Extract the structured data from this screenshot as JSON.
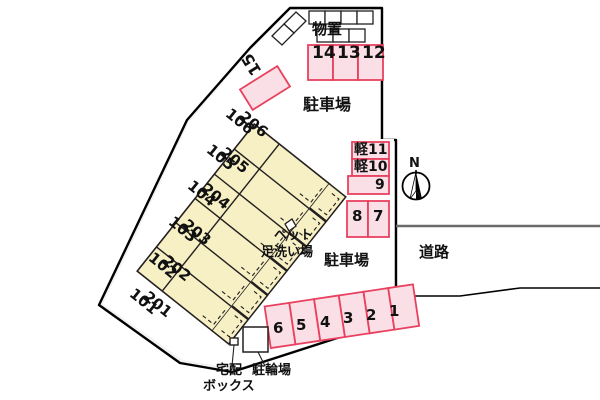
{
  "site": {
    "boundary_label": "site-outline",
    "colors": {
      "parking_fill": "#fbdfe6",
      "parking_stroke": "#e8415f",
      "building_fill": "#f6f0c4",
      "building_stroke": "#231f20",
      "site_fill": "#f2f2f2",
      "site_stroke": "#000000",
      "road_line": "#6b6b6b",
      "text": "#111111",
      "white": "#ffffff"
    }
  },
  "labels": {
    "storage": "物置",
    "parking_north": "駐車場",
    "parking_south": "駐車場",
    "road": "道路",
    "pet_wash_line1": "ペット",
    "pet_wash_line2": "足洗い場",
    "bicycle_parking": "駐輪場",
    "delivery_box_line1": "宅配",
    "delivery_box_line2": "ボックス",
    "compass": "N"
  },
  "parking_stalls": {
    "north_row": [
      {
        "id": "14",
        "label": "14"
      },
      {
        "id": "13",
        "label": "13"
      },
      {
        "id": "12",
        "label": "12"
      }
    ],
    "single_15": {
      "id": "15",
      "label": "15"
    },
    "east_stack": [
      {
        "id": "kei11",
        "label": "軽11"
      },
      {
        "id": "kei10",
        "label": "軽10"
      },
      {
        "id": "9",
        "label": "9"
      }
    ],
    "east_pair": [
      {
        "id": "8",
        "label": "8"
      },
      {
        "id": "7",
        "label": "7"
      }
    ],
    "south_row": [
      {
        "id": "6",
        "label": "6"
      },
      {
        "id": "5",
        "label": "5"
      },
      {
        "id": "4",
        "label": "4"
      },
      {
        "id": "3",
        "label": "3"
      },
      {
        "id": "2",
        "label": "2"
      },
      {
        "id": "1",
        "label": "1"
      }
    ]
  },
  "building_units": [
    {
      "first_floor": "101",
      "second_floor": "201"
    },
    {
      "first_floor": "102",
      "second_floor": "202"
    },
    {
      "first_floor": "103",
      "second_floor": "203"
    },
    {
      "first_floor": "104",
      "second_floor": "204"
    },
    {
      "first_floor": "105",
      "second_floor": "205"
    },
    {
      "first_floor": "106",
      "second_floor": "206"
    }
  ],
  "unit_labels": {
    "u101": "101",
    "u201": "201",
    "u102": "102",
    "u202": "202",
    "u103": "103",
    "u203": "203",
    "u104": "104",
    "u204": "204",
    "u105": "105",
    "u205": "205",
    "u106": "106",
    "u206": "206"
  }
}
